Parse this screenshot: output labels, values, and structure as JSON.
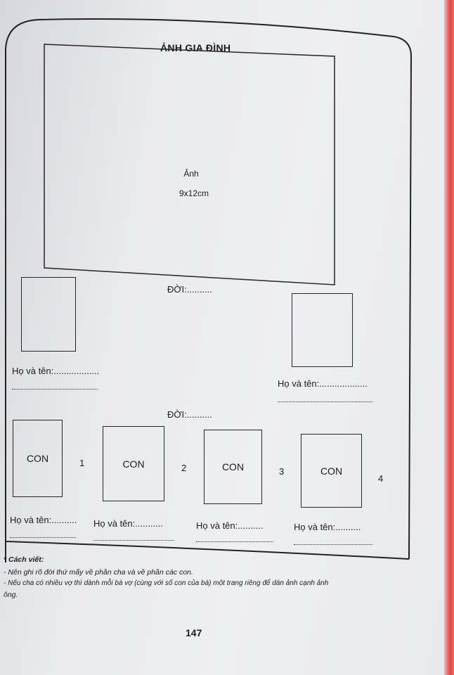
{
  "title": "ẢNH GIA ĐÌNH",
  "photo": {
    "line1": "Ảnh",
    "line2": "9x12cm"
  },
  "generation_label": "ĐỜI:..........",
  "generation_label_2": "ĐỜI:..........",
  "parents": {
    "left_name": "Họ và tên:..................",
    "right_name": "Họ và tên:..................."
  },
  "children": [
    {
      "box": "CON",
      "number": "1",
      "name": "Họ và tên:.........."
    },
    {
      "box": "CON",
      "number": "2",
      "name": "Họ và tên:..........."
    },
    {
      "box": "CON",
      "number": "3",
      "name": "Họ và tên:.........."
    },
    {
      "box": "CON",
      "number": "4",
      "name": "Họ và tên:.........."
    }
  ],
  "notes": {
    "heading": "* Cách viết:",
    "line1": "- Nên ghi rõ đời thứ mấy về phần cha và về phần các con.",
    "line2": "- Nếu cha có nhiều vợ thì dành mỗi bà vợ (cùng với số con của bà) một trang riêng để dán ảnh cạnh ảnh",
    "line3": "ông."
  },
  "page_number": "147"
}
